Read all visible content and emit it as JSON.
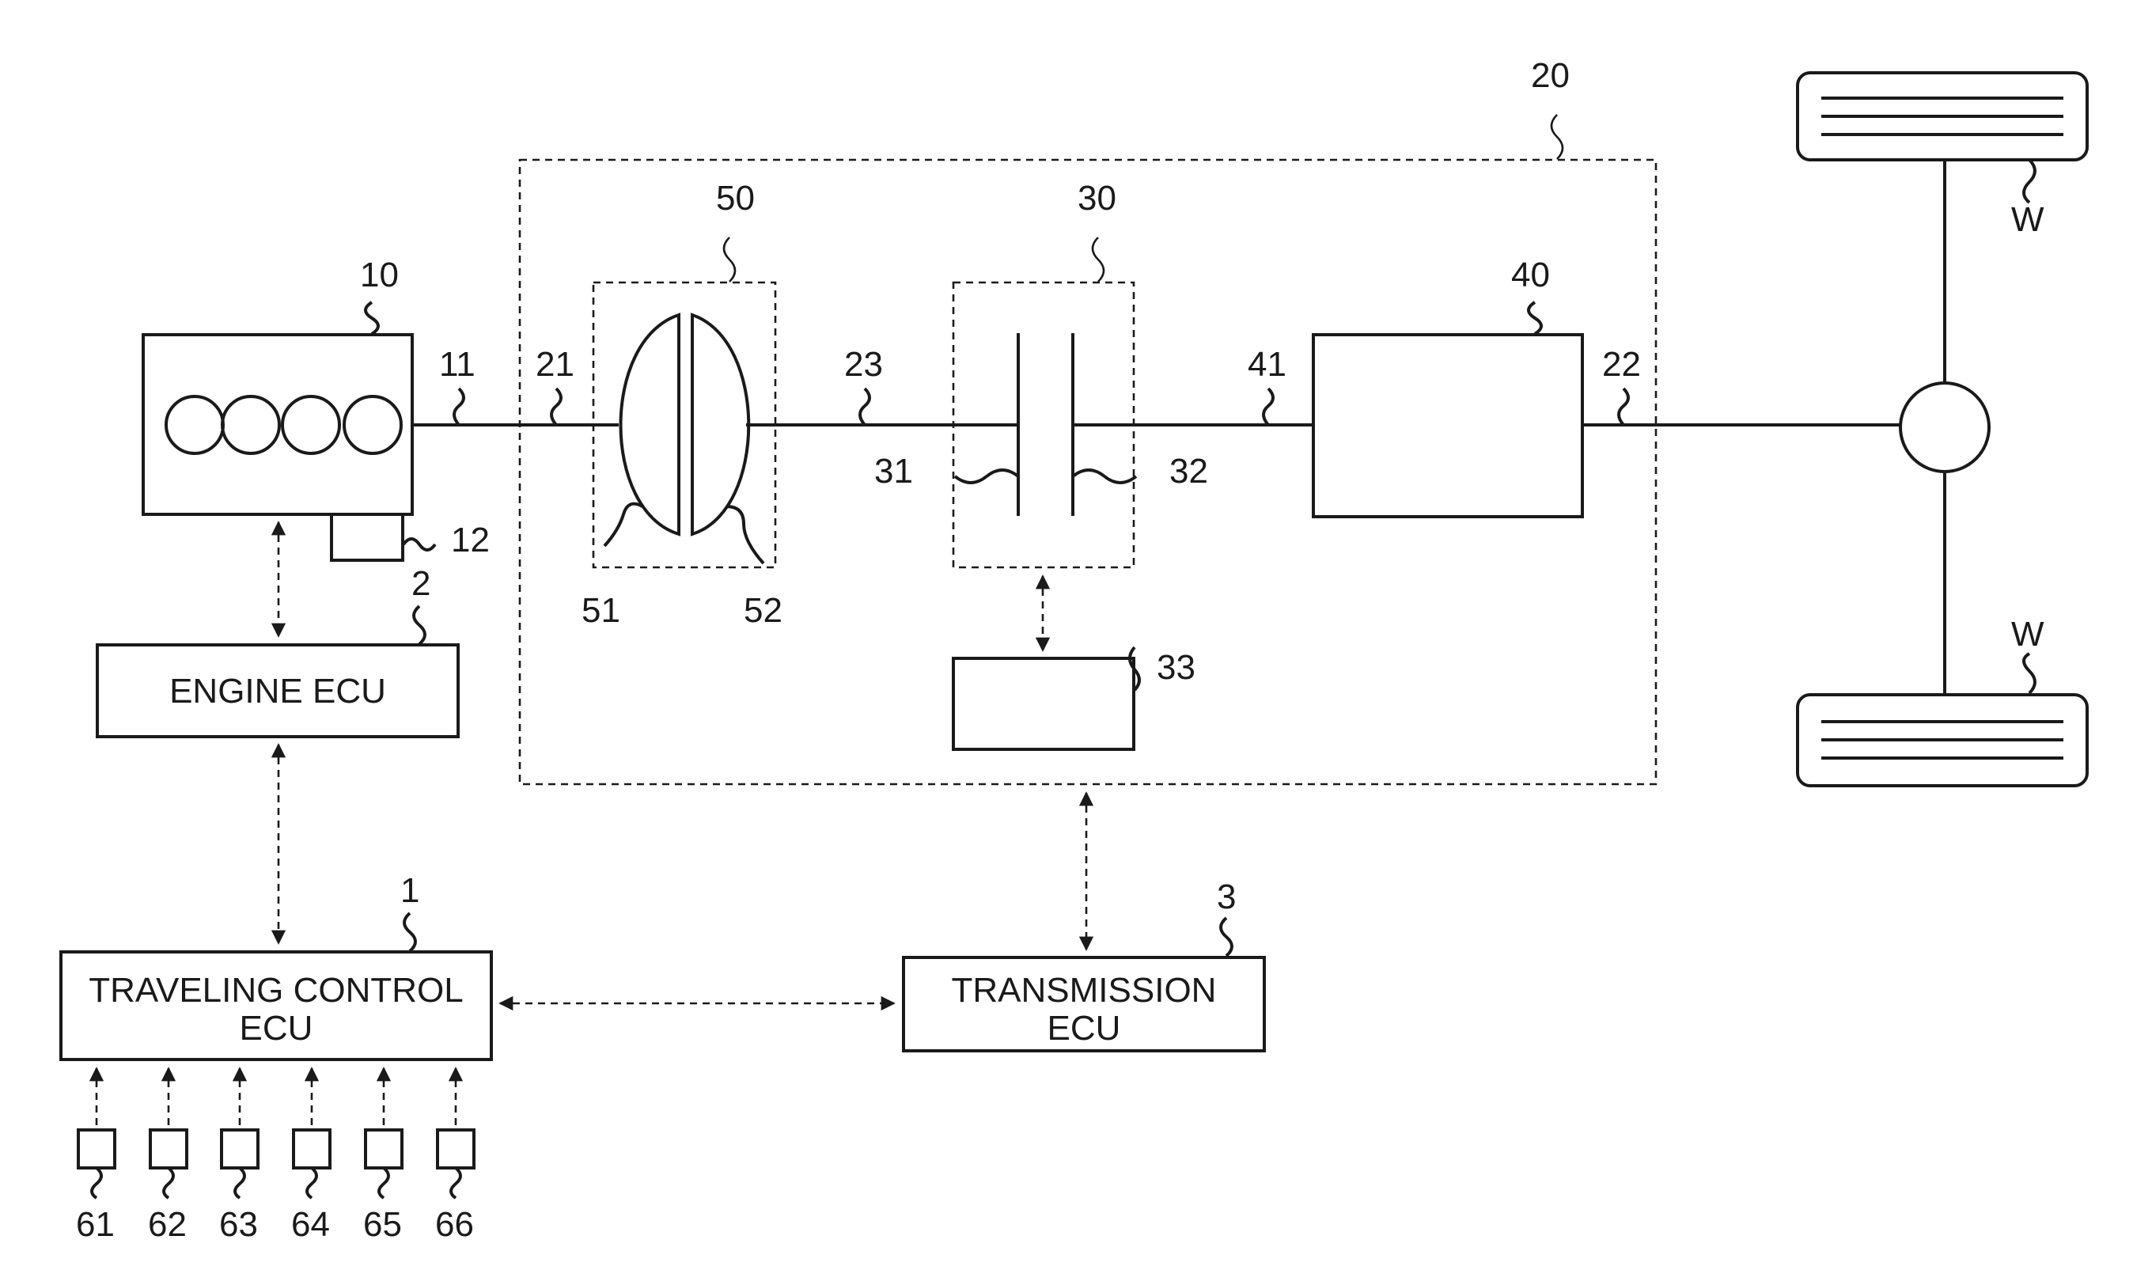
{
  "refs": {
    "system": "1",
    "engine_ecu": "2",
    "transmission_ecu": "3",
    "engine": "10",
    "output_shaft": "11",
    "starter": "12",
    "transmission": "20",
    "input_shaft": "21",
    "output_shaft_22": "22",
    "intermediate_shaft": "23",
    "clutch": "30",
    "clutch_plate_31": "31",
    "clutch_plate_32": "32",
    "clutch_actuator": "33",
    "cvt": "40",
    "cvt_input_shaft": "41",
    "torque_converter": "50",
    "pump_impeller": "51",
    "turbine_runner": "52",
    "sensor_61": "61",
    "sensor_62": "62",
    "sensor_63": "63",
    "sensor_64": "64",
    "sensor_65": "65",
    "sensor_66": "66",
    "wheel_top": "W",
    "wheel_bottom": "W"
  },
  "boxes": {
    "engine_ecu": "ENGINE ECU",
    "traveling_control_ecu_line1": "TRAVELING CONTROL",
    "traveling_control_ecu_line2": "ECU",
    "transmission_ecu_line1": "TRANSMISSION",
    "transmission_ecu_line2": "ECU"
  }
}
